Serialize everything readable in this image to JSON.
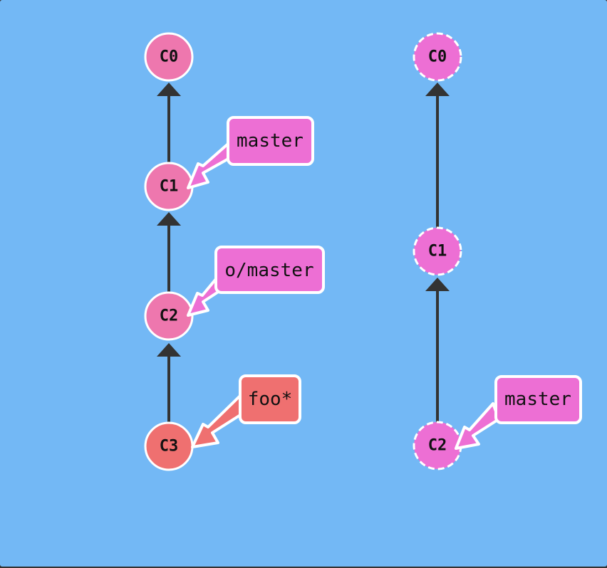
{
  "colors": {
    "background": "#73b8f5",
    "commit_local": "#ee77ae",
    "commit_remote": "#ed6fd4",
    "commit_head": "#ef7070",
    "branch_fill": "#ed6fd4",
    "head_branch_fill": "#ef7070",
    "edge": "#333333",
    "outline": "#ffffff"
  },
  "local_repo": {
    "commits": [
      {
        "id": "C0"
      },
      {
        "id": "C1"
      },
      {
        "id": "C2"
      },
      {
        "id": "C3"
      }
    ],
    "branches": [
      {
        "name": "master",
        "target": "C1"
      },
      {
        "name": "o/master",
        "target": "C2"
      },
      {
        "name": "foo*",
        "target": "C3",
        "head": true
      }
    ]
  },
  "remote_repo": {
    "commits": [
      {
        "id": "C0"
      },
      {
        "id": "C1"
      },
      {
        "id": "C2"
      }
    ],
    "branches": [
      {
        "name": "master",
        "target": "C2"
      }
    ]
  }
}
